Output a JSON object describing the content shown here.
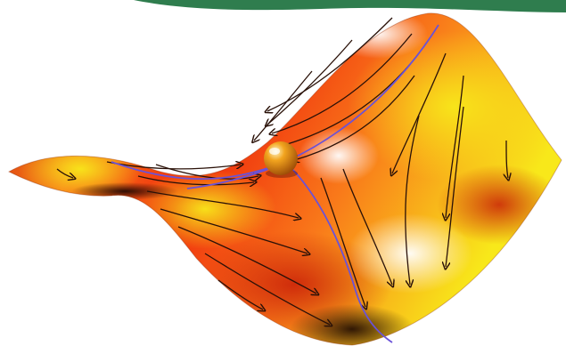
{
  "figure": {
    "subject": "saddle-surface-with-flow-lines",
    "colors": {
      "background": "#ffffff",
      "top_band": "#2f7d4e",
      "surface_dark_red": "#c81e08",
      "surface_red": "#ef2d0d",
      "surface_orange": "#f9791a",
      "surface_yellow": "#f8e81a",
      "surface_highlight": "#ffffff",
      "surface_shadow": "#1a0602",
      "trajectory": "#2a1108",
      "separatrix": "#6a52d8",
      "ball": "#f2a41e"
    },
    "elements": [
      "saddle-surface",
      "flow-trajectories",
      "separatrices",
      "saddle-point-ball"
    ]
  }
}
